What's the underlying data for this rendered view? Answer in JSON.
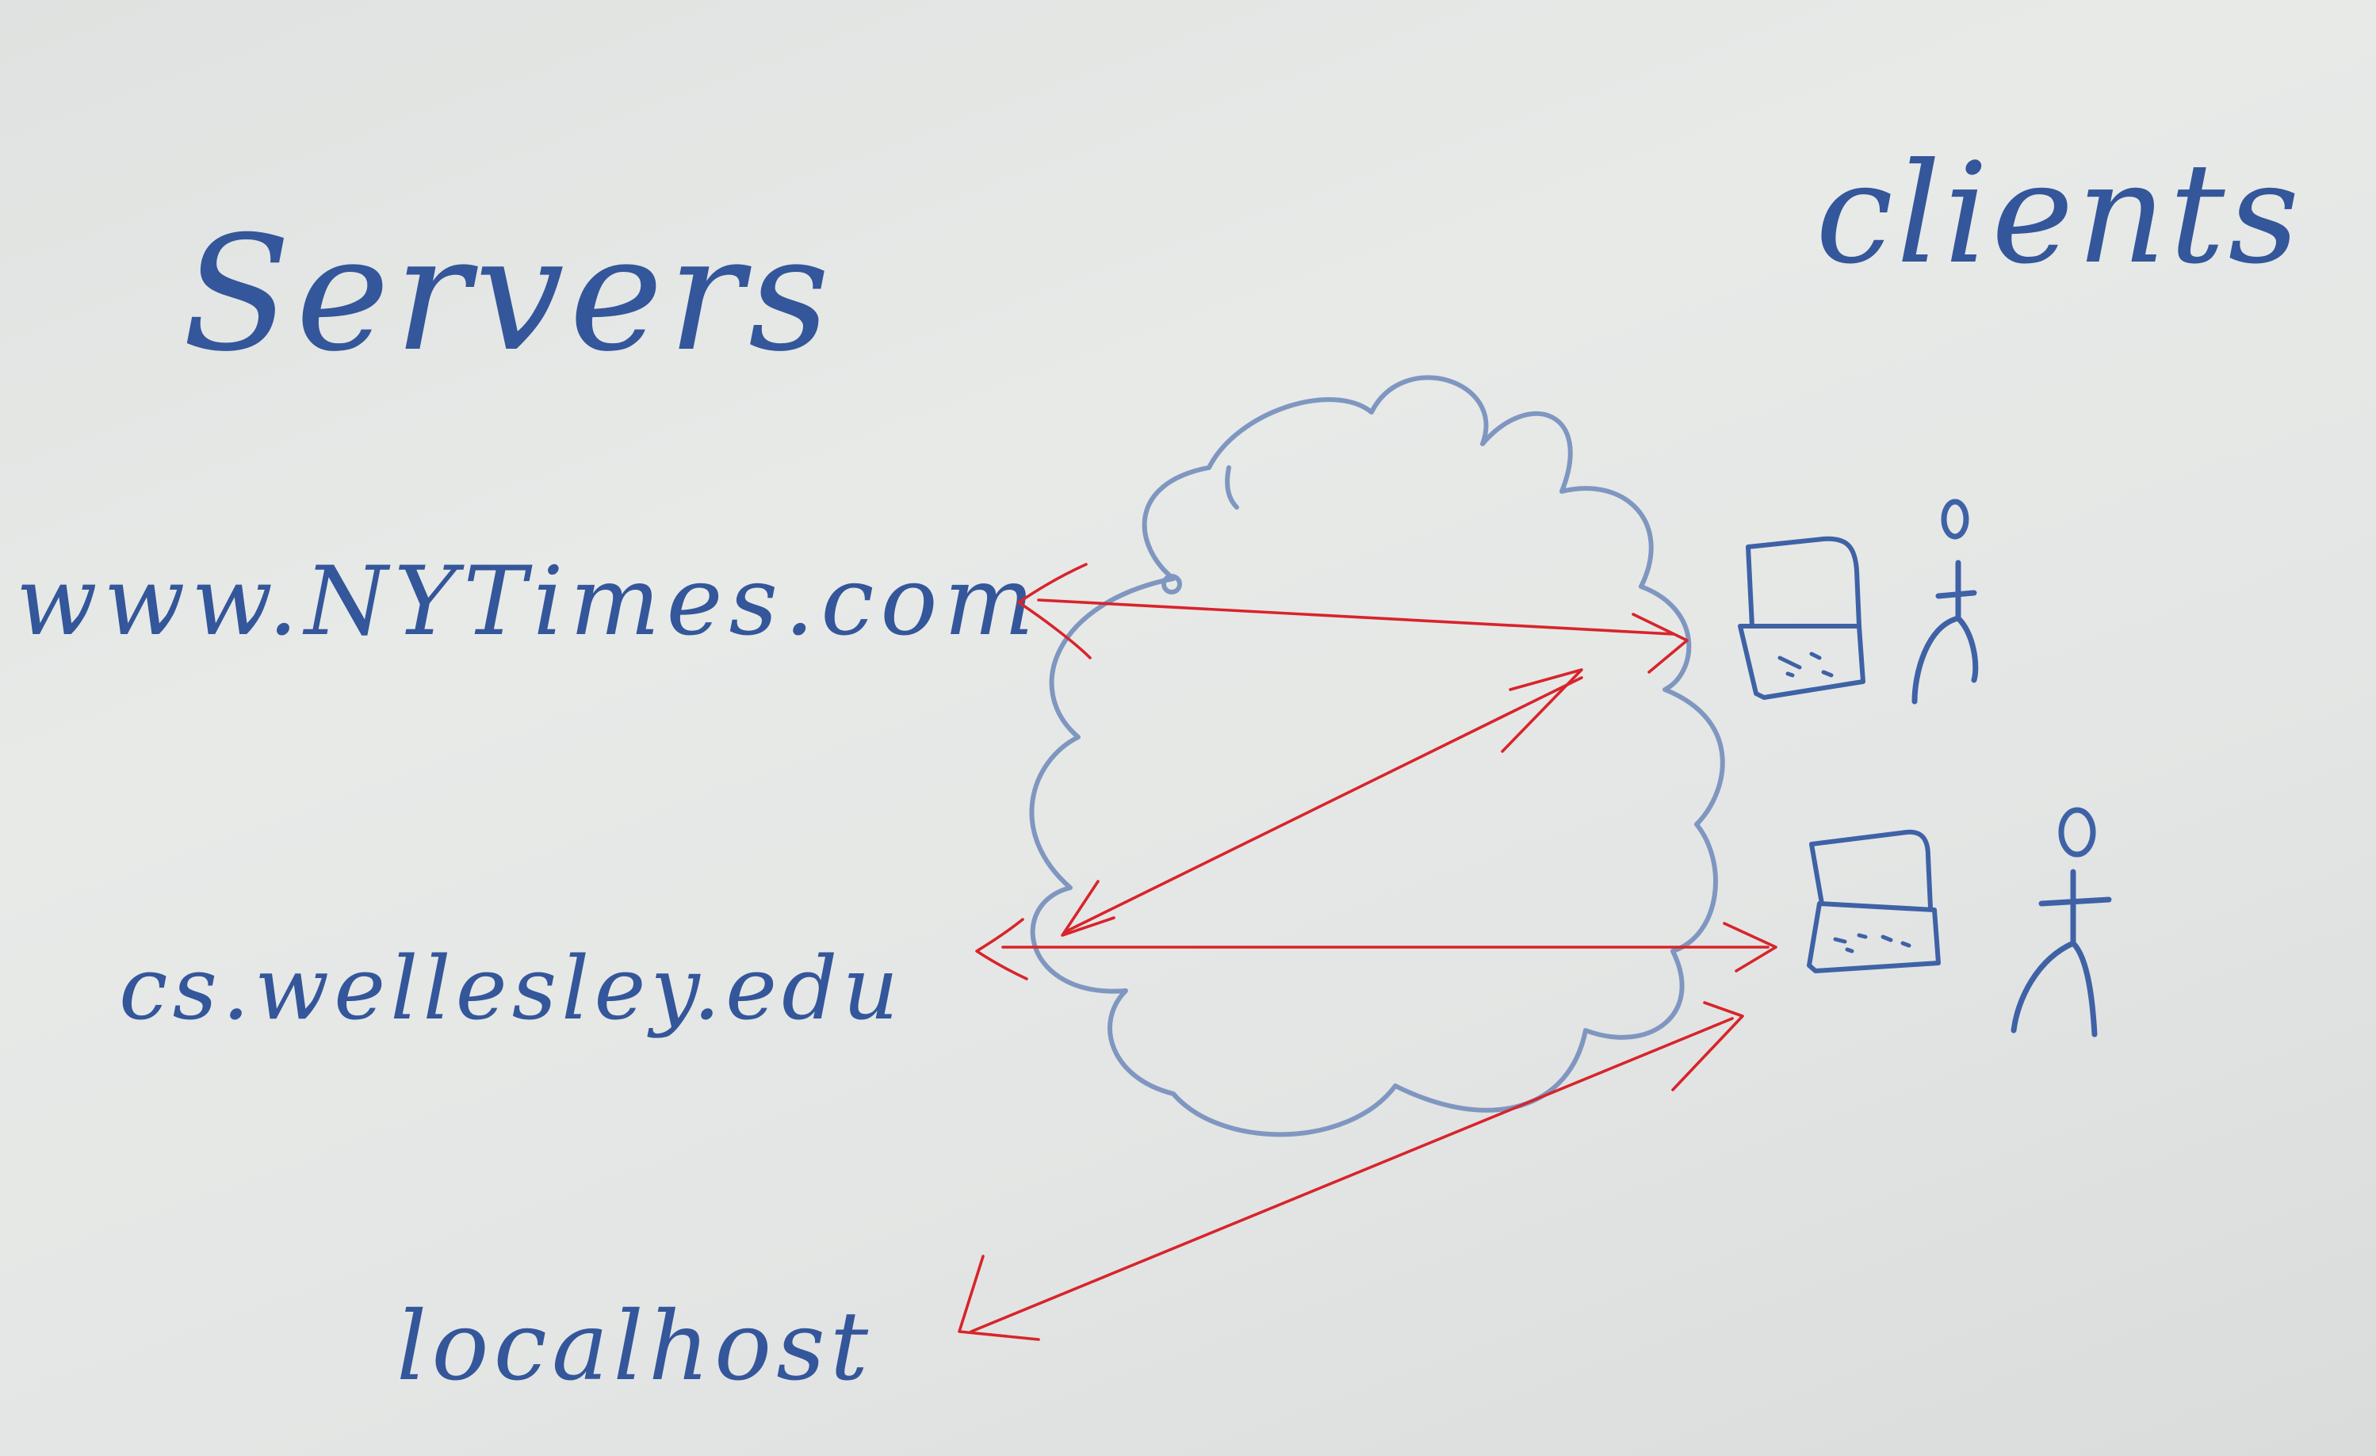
{
  "headings": {
    "servers": "Servers",
    "clients": "clients"
  },
  "servers": [
    {
      "label": "www.NYTimes.com"
    },
    {
      "label": "cs.wellesley.edu"
    },
    {
      "label": "localhost"
    }
  ],
  "network": {
    "icon": "cloud-icon"
  },
  "clients": [
    {
      "icon": "laptop-icon",
      "user_icon": "person-icon"
    },
    {
      "icon": "laptop-icon",
      "user_icon": "person-icon"
    }
  ],
  "colors": {
    "blue_ink": "#34569a",
    "red_ink": "#d8242b",
    "board": "#e4e6e5"
  }
}
